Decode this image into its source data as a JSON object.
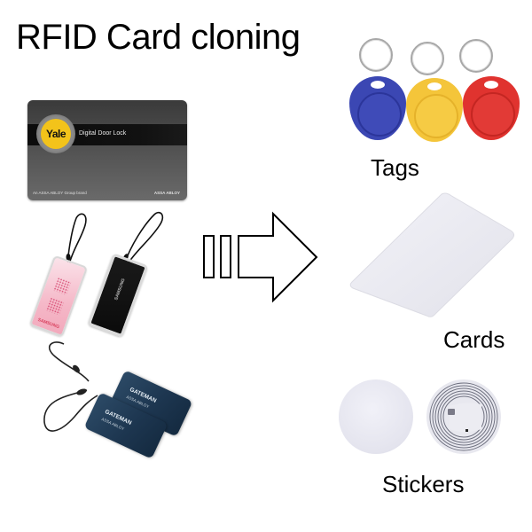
{
  "title": "RFID Card cloning",
  "source_items": {
    "yale_card": {
      "logo_text": "Yale",
      "product_text": "Digital Door Lock",
      "footer_left": "An ASSA ABLOY Group brand",
      "footer_right": "ASSA ABLOY"
    },
    "samsung_tags": [
      {
        "color": "pink",
        "brand": "SAMSUNG"
      },
      {
        "color": "black",
        "brand": "SAMSUNG"
      }
    ],
    "gateman_tags": [
      {
        "brand": "GATEMAN",
        "sub": "ASSA ABLOY"
      },
      {
        "brand": "GATEMAN",
        "sub": "ASSA ABLOY"
      }
    ]
  },
  "arrow": {
    "icon": "clone-arrow-right-icon"
  },
  "targets": {
    "tags": {
      "label": "Tags",
      "colors": [
        "#3b47b3",
        "#f4c53a",
        "#e0332f"
      ]
    },
    "cards": {
      "label": "Cards",
      "color": "#ececf2"
    },
    "stickers": {
      "label": "Stickers"
    }
  },
  "colors": {
    "background": "#ffffff",
    "text": "#000000",
    "yale_yellow": "#f3c31a",
    "gateman_navy": "#1d3650"
  }
}
